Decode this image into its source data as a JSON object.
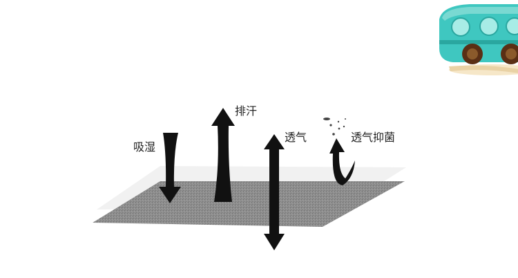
{
  "labels": {
    "absorb": "吸湿",
    "sweat": "排汗",
    "breathable": "透气",
    "antibacterial": "透气抑菌"
  },
  "colors": {
    "arrow": "#111111",
    "fabric_top": "#efefef",
    "fabric_bottom": "#8a8a8a",
    "bus_body": "#3fc7c0",
    "bus_window": "#a8ece6",
    "bus_wheel": "#5a2f15",
    "bus_roof": "#f6e7c8"
  },
  "icons": [
    "bus-icon",
    "arrow-down-icon",
    "arrow-up-icon",
    "double-arrow-icon",
    "curved-arrow-icon",
    "bubbles-icon"
  ]
}
